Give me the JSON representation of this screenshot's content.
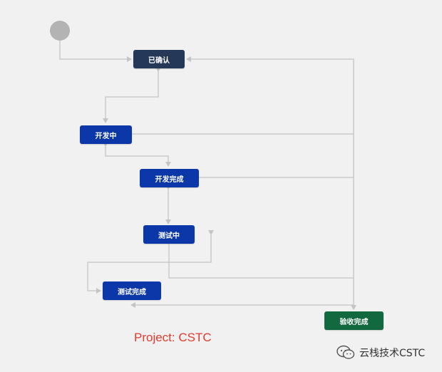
{
  "colors": {
    "background": "#f1f1f1",
    "connector": "#c4c4c4",
    "node_dark": "#253858",
    "node_blue": "#0b37a8",
    "node_green": "#12693f",
    "start": "#b3b3b3",
    "project_text": "#e23a2e"
  },
  "workflow": {
    "start": {
      "type": "initial-state"
    },
    "statuses": {
      "confirmed": "已确认",
      "in_development": "开发中",
      "development_done": "开发完成",
      "in_testing": "测试中",
      "testing_done": "测试完成",
      "acceptance_done": "验收完成"
    }
  },
  "footer": {
    "project": "Project: CSTC",
    "watermark_icon": "wechat-icon",
    "watermark_text": "云栈技术CSTC"
  }
}
